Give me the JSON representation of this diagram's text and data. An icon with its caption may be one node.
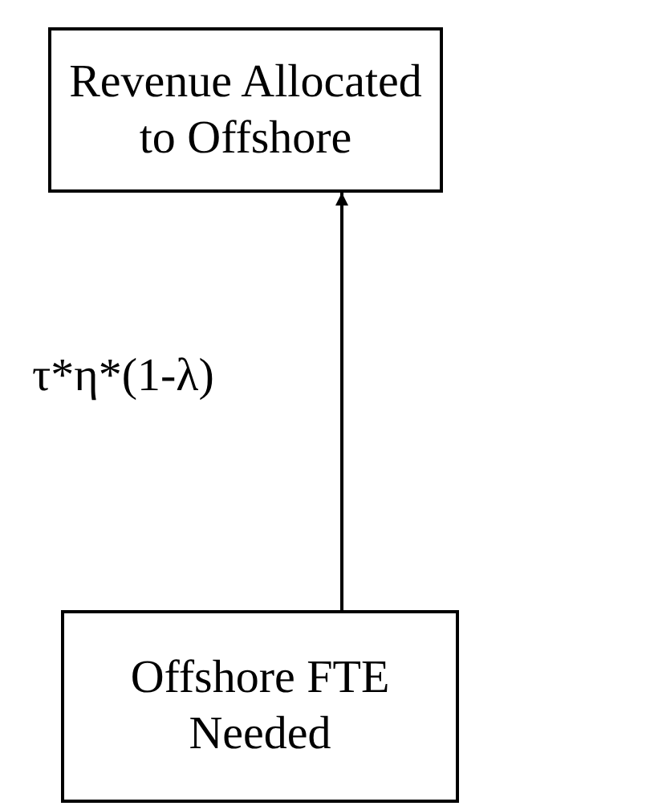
{
  "diagram": {
    "nodes": [
      {
        "text": [
          "Revenue Allocated to Offshore"
        ]
      },
      {
        "text": [
          "Offshore FTE Needed"
        ]
      }
    ],
    "edges": [
      {
        "from": 1,
        "to": 0,
        "arrow": "to",
        "label": "τ*η*(1-λ)"
      }
    ]
  }
}
